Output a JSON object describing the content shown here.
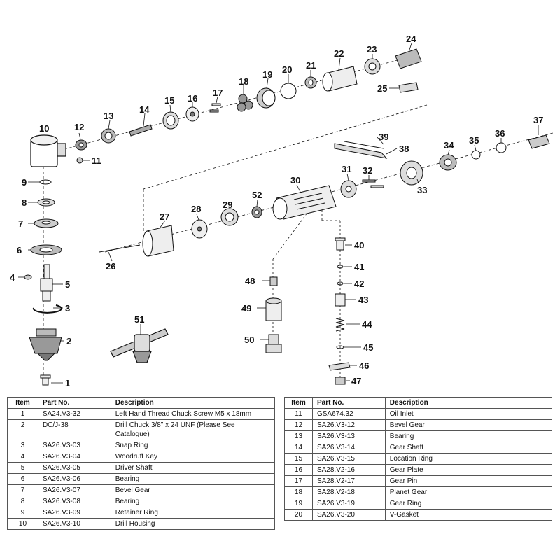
{
  "callouts": [
    "1",
    "2",
    "3",
    "4",
    "5",
    "6",
    "7",
    "8",
    "9",
    "10",
    "11",
    "12",
    "13",
    "14",
    "15",
    "16",
    "17",
    "18",
    "19",
    "20",
    "21",
    "22",
    "23",
    "24",
    "25",
    "26",
    "27",
    "28",
    "29",
    "30",
    "31",
    "32",
    "33",
    "34",
    "35",
    "36",
    "37",
    "38",
    "39",
    "40",
    "41",
    "42",
    "43",
    "44",
    "45",
    "46",
    "47",
    "48",
    "49",
    "50",
    "51",
    "52"
  ],
  "table_headers": {
    "item": "Item",
    "part_no": "Part No.",
    "description": "Description"
  },
  "parts_left": [
    {
      "item": "1",
      "part_no": "SA24.V3-32",
      "description": "Left Hand Thread Chuck Screw M5 x 18mm"
    },
    {
      "item": "2",
      "part_no": "DC/J-38",
      "description": "Drill Chuck 3/8\" x 24 UNF (Please See Catalogue)"
    },
    {
      "item": "3",
      "part_no": "SA26.V3-03",
      "description": "Snap Ring"
    },
    {
      "item": "4",
      "part_no": "SA26.V3-04",
      "description": "Woodruff Key"
    },
    {
      "item": "5",
      "part_no": "SA26.V3-05",
      "description": "Driver Shaft"
    },
    {
      "item": "6",
      "part_no": "SA26.V3-06",
      "description": "Bearing"
    },
    {
      "item": "7",
      "part_no": "SA26.V3-07",
      "description": "Bevel Gear"
    },
    {
      "item": "8",
      "part_no": "SA26.V3-08",
      "description": "Bearing"
    },
    {
      "item": "9",
      "part_no": "SA26.V3-09",
      "description": "Retainer Ring"
    },
    {
      "item": "10",
      "part_no": "SA26.V3-10",
      "description": "Drill Housing"
    }
  ],
  "parts_right": [
    {
      "item": "11",
      "part_no": "GSA674.32",
      "description": "Oil Inlet"
    },
    {
      "item": "12",
      "part_no": "SA26.V3-12",
      "description": "Bevel Gear"
    },
    {
      "item": "13",
      "part_no": "SA26.V3-13",
      "description": "Bearing"
    },
    {
      "item": "14",
      "part_no": "SA26.V3-14",
      "description": "Gear Shaft"
    },
    {
      "item": "15",
      "part_no": "SA26.V3-15",
      "description": "Location Ring"
    },
    {
      "item": "16",
      "part_no": "SA28.V2-16",
      "description": "Gear Plate"
    },
    {
      "item": "17",
      "part_no": "SA28.V2-17",
      "description": "Gear Pin"
    },
    {
      "item": "18",
      "part_no": "SA28.V2-18",
      "description": "Planet Gear"
    },
    {
      "item": "19",
      "part_no": "SA26.V3-19",
      "description": "Gear Ring"
    },
    {
      "item": "20",
      "part_no": "SA26.V3-20",
      "description": "V-Gasket"
    }
  ]
}
